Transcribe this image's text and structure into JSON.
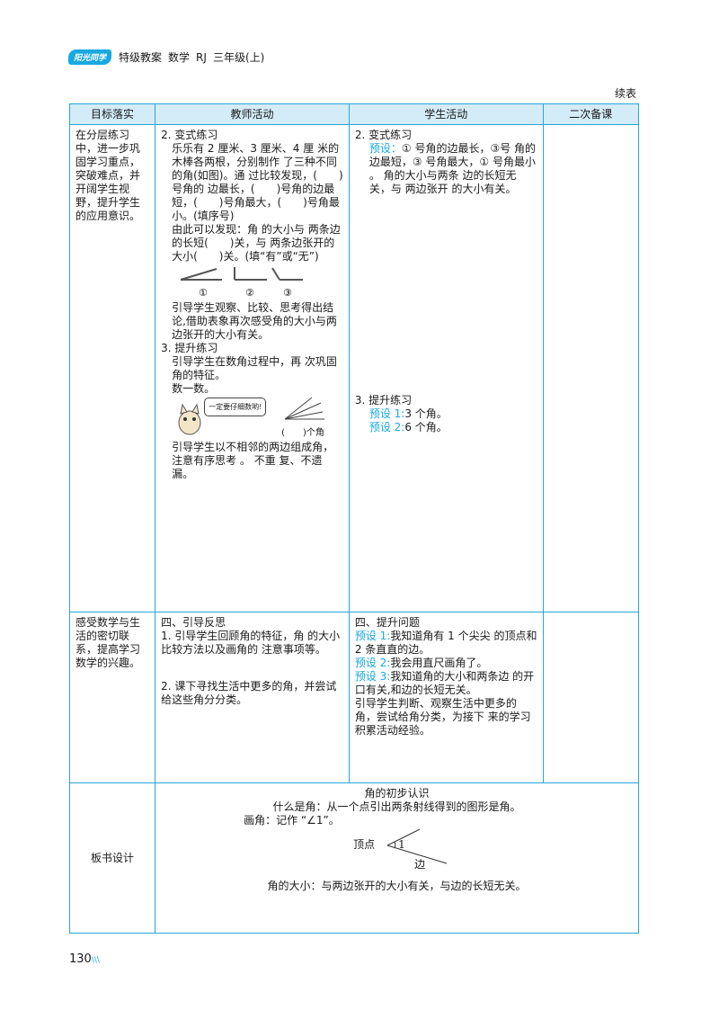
{
  "header": {
    "logo": "阳光同学",
    "book": "特级教案",
    "subject": "数学",
    "edition": "RJ",
    "grade": "三年级(上)"
  },
  "continued": "续表",
  "table": {
    "headers": [
      "目标落实",
      "教师活动",
      "学生活动",
      "二次备课"
    ],
    "row1": {
      "goal": "在分层练习中，进一步巩固学习重点，突破难点，并开阔学生视野，提升学生的应用意识。",
      "teacher": {
        "title": "2. 变式练习",
        "p1": "乐乐有 2 厘米、3 厘米、4 厘 米的木棒各两根，分别制作 了三种不同的角(如图)。通 过比较发现，(　　)号角的 边最长，(　　)号角的边最 短，(　　)号角最大，(　　)号角最小。(填序号)",
        "p2": "由此可以发现：角 的大小与 两条边的长短(　　)关，与 两条边张开的大小(　　)关。(填“有”或“无”)",
        "fig_labels": [
          "①",
          "②",
          "③"
        ],
        "p3": "引导学生观察、比较、思考得出结论,借助表象再次感受角的大小与两边张开的大小有关。",
        "title2": "3. 提升练习",
        "p4": "引导学生在数角过程中，再 次巩固角的特征。",
        "p5": "数一数。",
        "bubble": "一定要仔细数哟!",
        "count_blank": "(　　)个角",
        "p6": "引导学生以不相邻的两边组成角，注意有序思考 。 不重 复、不遗漏。"
      },
      "student": {
        "title": "2. 变式练习",
        "label1": "预设：",
        "p1": "① 号角的边最长，③号 角的边最短，③ 号角最大，① 号角最小 。 角的大小与两条 边的长短无关，与 两边张开 的大小有关。",
        "title2": "3. 提升练习",
        "label2": "预设 1:",
        "v2": "3 个角。",
        "label3": "预设 2:",
        "v3": "6 个角。"
      },
      "notes": ""
    },
    "row2": {
      "goal": "感受数学与生活的密切联系，提高学习数学的兴趣。",
      "teacher": {
        "title": "四、引导反思",
        "p1": "1. 引导学生回顾角的特征，角 的大小比较方法以及画角的 注意事项等。",
        "p2": "2. 课下寻找生活中更多的角，并尝试给这些角分分类。"
      },
      "student": {
        "title": "四、提升问题",
        "l1": "预设 1:",
        "t1": "我知道角有 1 个尖尖 的顶点和 2 条直直的边。",
        "l2": "预设 2:",
        "t2": "我会用直尺画角了。",
        "l3": "预设 3:",
        "t3": "我知道角的大小和两条边 的开口有关,和边的长短无关。",
        "p4": "引导学生判断、观察生活中更多的角，尝试给角分类，为接下 来的学习积累活动经验。"
      },
      "notes": ""
    },
    "board": {
      "label": "板书设计",
      "title": "角的初步认识",
      "def": "什么是角：从一个点引出两条射线得到的图形是角。",
      "draw": "画角：记作 “∠1”。",
      "vertex": "顶点",
      "angle_mark": "1",
      "side": "边",
      "size": "角的大小：与两边张开的大小有关，与边的长短无关。"
    }
  },
  "page_number": "130",
  "page_marks": "\\\\\\",
  "colors": {
    "accent": "#19a8e0",
    "border": "#2aa5d8",
    "header_bg": "#d3ecf8"
  }
}
